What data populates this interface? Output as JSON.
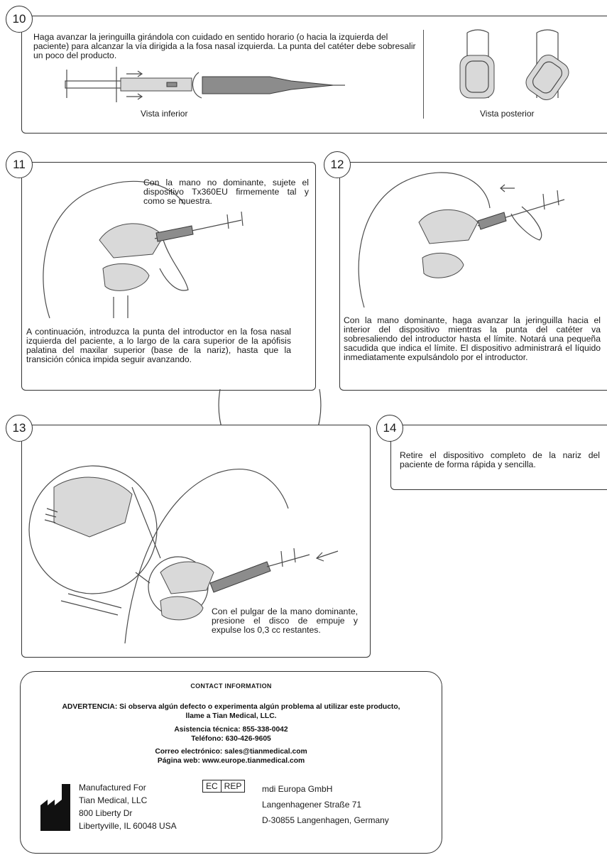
{
  "step10": {
    "number": "10",
    "instruction": "Haga avanzar la jeringuilla girándola con cuidado en sentido horario (o hacia la izquierda del paciente) para alcanzar la vía dirigida a la fosa nasal izquierda. La punta del catéter debe sobresalir un poco del producto.",
    "caption_bottom_view": "Vista inferior",
    "caption_rear_view": "Vista posterior"
  },
  "step11": {
    "number": "11",
    "instruction_top": "Con la mano no dominante, sujete el dispositivo Tx360EU firmemente tal y como se muestra.",
    "instruction_bottom": "A continuación, introduzca la punta del introductor en la fosa nasal izquierda del paciente, a lo largo de la cara superior de la apófisis palatina del maxilar superior (base de la nariz), hasta que la transición cónica impida seguir avanzando."
  },
  "step12": {
    "number": "12",
    "instruction": "Con la mano dominante, haga avanzar la jeringuilla hacia el interior del dispositivo mientras la punta del catéter va sobresaliendo del introductor hasta el límite. Notará una pequeña sacudida que indica el límite. El dispositivo administrará el líquido inmediatamente expulsándolo por el introductor."
  },
  "step13": {
    "number": "13",
    "instruction": "Con el pulgar de la mano dominante, presione el disco de empuje y expulse los 0,3 cc restantes."
  },
  "step14": {
    "number": "14",
    "instruction": "Retire el dispositivo completo de la nariz del paciente de forma rápida y sencilla."
  },
  "contact": {
    "title": "CONTACT INFORMATION",
    "warning_line1": "ADVERTENCIA: Si observa algún defecto o experimenta algún problema al utilizar este producto,",
    "warning_line2": "llame a Tian Medical, LLC.",
    "tech_support": "Asistencia técnica: 855-338-0042",
    "phone": "Teléfono: 630-426-9605",
    "email": "Correo electrónico: sales@tianmedical.com",
    "website": "Página web: www.europe.tianmedical.com"
  },
  "manufacturer": {
    "line1": "Manufactured For",
    "line2": "Tian Medical, LLC",
    "line3": "800 Liberty Dr",
    "line4": "Libertyville, IL 60048 USA"
  },
  "ec_rep": {
    "ec_label": "EC",
    "rep_label": "REP",
    "line1": "mdi Europa GmbH",
    "line2": "Langenhagener Straße 71",
    "line3": "D-30855 Langenhagen, Germany"
  },
  "colors": {
    "border": "#333333",
    "text": "#1a1a1a",
    "illustration_dark": "#8c8c8c",
    "illustration_light": "#d9d9d9"
  }
}
